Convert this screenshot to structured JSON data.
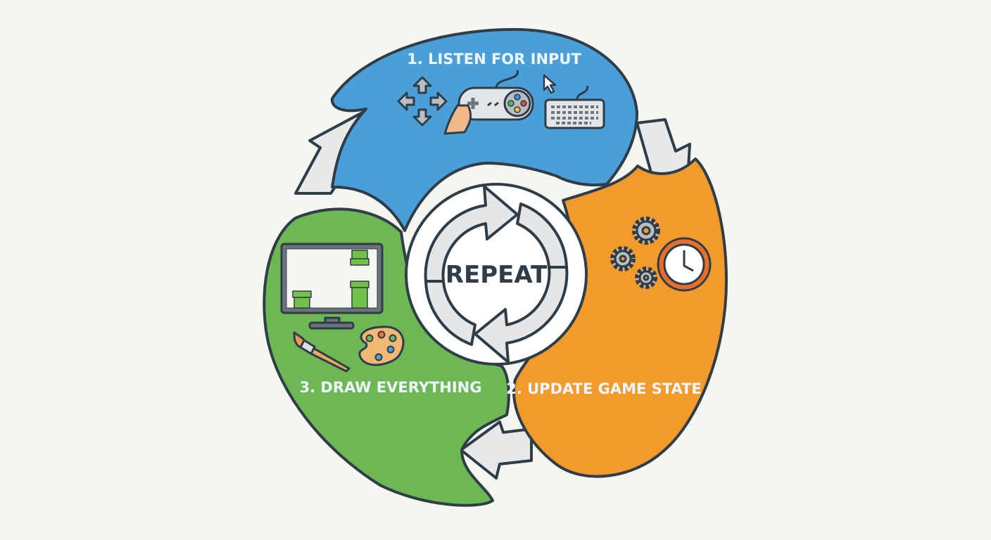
{
  "diagram": {
    "center_label": "REPEAT",
    "steps": [
      {
        "label": "1. LISTEN FOR INPUT",
        "color": "#4a9fd8"
      },
      {
        "label": "2. UPDATE GAME STATE",
        "color": "#f39a2c"
      },
      {
        "label": "3. DRAW EVERYTHING",
        "color": "#6db854"
      }
    ],
    "outline_color": "#2f3d48",
    "icons": [
      "arrow-keys-icon",
      "gamepad-icon",
      "mouse-cursor-icon",
      "keyboard-icon",
      "gears-icon",
      "clock-icon",
      "monitor-icon",
      "paintbrush-icon",
      "palette-icon"
    ]
  }
}
